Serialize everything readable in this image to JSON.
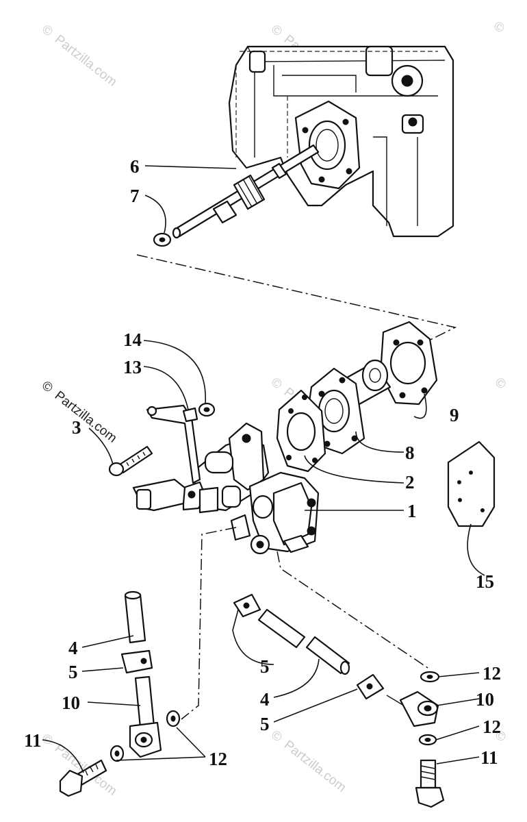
{
  "watermark": {
    "text": "Partzilla.com",
    "copyright_symbol": "©"
  },
  "callouts": {
    "c1": "1",
    "c2": "2",
    "c3": "3",
    "c4a": "4",
    "c4b": "4",
    "c5a": "5",
    "c5b": "5",
    "c5c": "5",
    "c6": "6",
    "c7": "7",
    "c8": "8",
    "c9": "9",
    "c10a": "10",
    "c10b": "10",
    "c11a": "11",
    "c11b": "11",
    "c12a": "12",
    "c12b": "12",
    "c12c": "12",
    "c13": "13",
    "c14": "14",
    "c15": "15"
  }
}
